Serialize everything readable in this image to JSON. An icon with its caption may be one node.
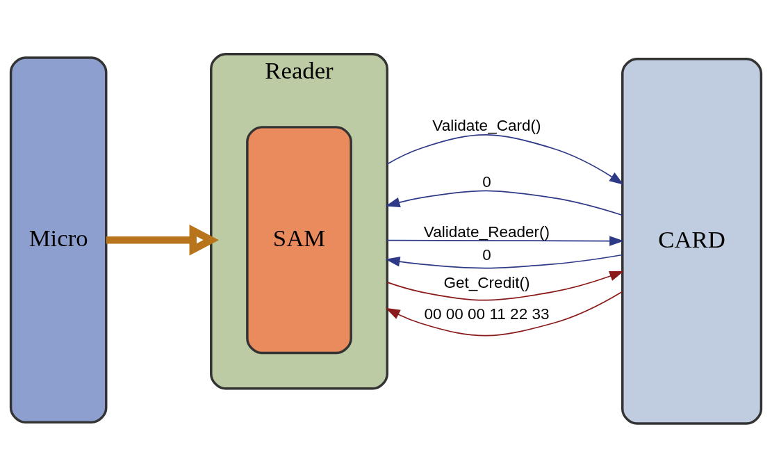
{
  "diagram": {
    "nodes": [
      {
        "text": [
          "Micro"
        ]
      },
      {
        "text": [
          "Reader"
        ]
      },
      {
        "text": [
          "SAM"
        ],
        "in": 1
      },
      {
        "text": [
          "CARD"
        ]
      }
    ],
    "edges": [
      {
        "from": 0,
        "to": 1,
        "arrow": "to",
        "style": "thick",
        "color": "#b8741a"
      },
      {
        "from": 1,
        "to": 3,
        "arrow": "to",
        "label": "Validate_Card()"
      },
      {
        "from": 3,
        "to": 1,
        "arrow": "to",
        "label": "0"
      },
      {
        "from": 1,
        "to": 3,
        "arrow": "to",
        "label": "Validate_Reader()"
      },
      {
        "from": 3,
        "to": 1,
        "arrow": "to",
        "label": "0"
      },
      {
        "from": 1,
        "to": 3,
        "arrow": "to",
        "label": "Get_Credit()",
        "color": "#8b1a1a"
      },
      {
        "from": 3,
        "to": 1,
        "arrow": "to",
        "label": "00 00 00 11 22 33",
        "color": "#8b1a1a"
      }
    ]
  }
}
